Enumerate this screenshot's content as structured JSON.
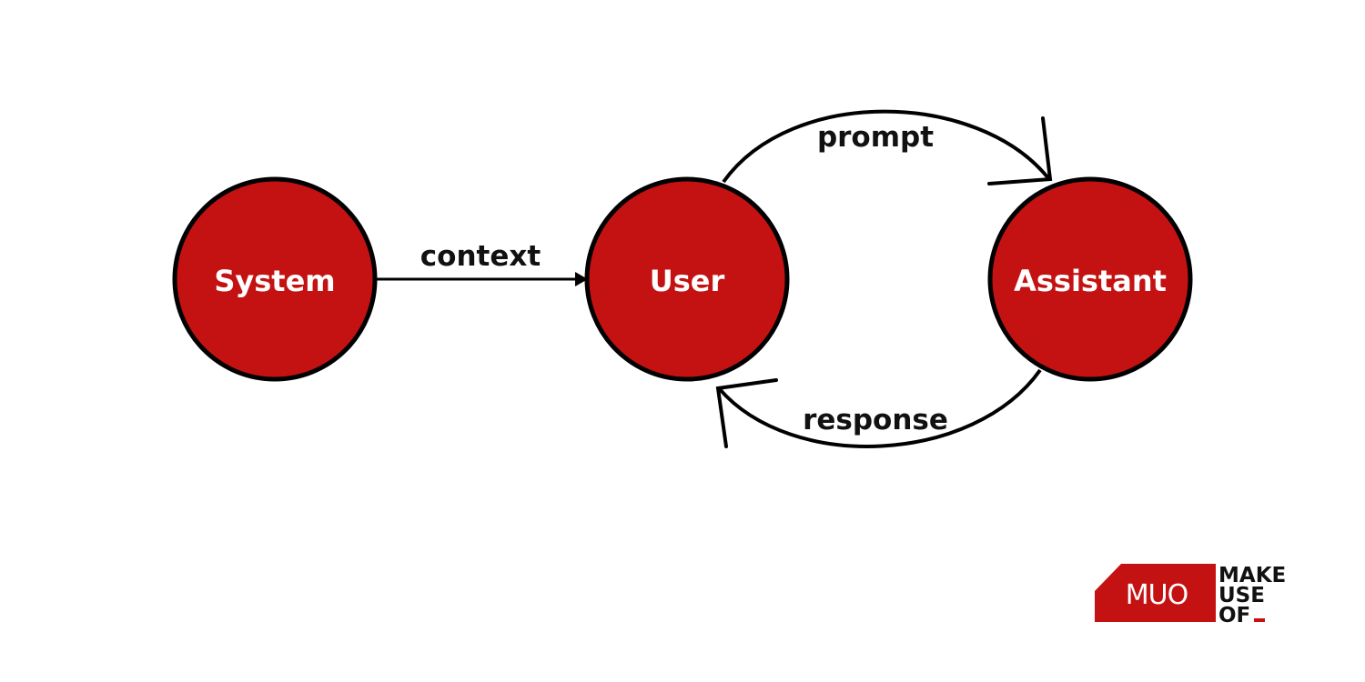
{
  "colors": {
    "node_fill": "#c41212",
    "node_stroke": "#000000",
    "edge": "#000000",
    "brand": "#c41212"
  },
  "nodes": {
    "system": {
      "label": "System"
    },
    "user": {
      "label": "User"
    },
    "assistant": {
      "label": "Assistant"
    }
  },
  "edges": {
    "context": {
      "from": "System",
      "to": "User",
      "label": "context"
    },
    "prompt": {
      "from": "User",
      "to": "Assistant",
      "label": "prompt"
    },
    "response": {
      "from": "Assistant",
      "to": "User",
      "label": "response"
    }
  },
  "logo": {
    "mark": "MUO",
    "words": [
      "MAKE",
      "USE",
      "OF"
    ]
  }
}
